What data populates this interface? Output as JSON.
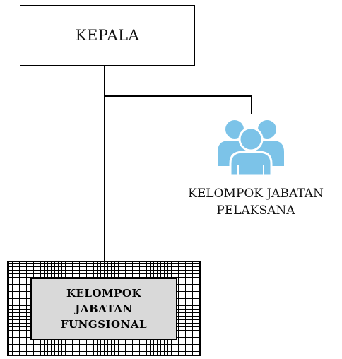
{
  "diagram": {
    "head": {
      "label": "KEPALA"
    },
    "staff_group": {
      "icon": "people-group-icon",
      "icon_color": "#7cc3e8",
      "label_lines": [
        "KELOMPOK JABATAN",
        "PELAKSANA"
      ]
    },
    "functional_group": {
      "label_lines": [
        "KELOMPOK",
        "JABATAN",
        "FUNGSIONAL"
      ],
      "inner_fill": "#d9d9d9",
      "pattern": "grid"
    }
  }
}
